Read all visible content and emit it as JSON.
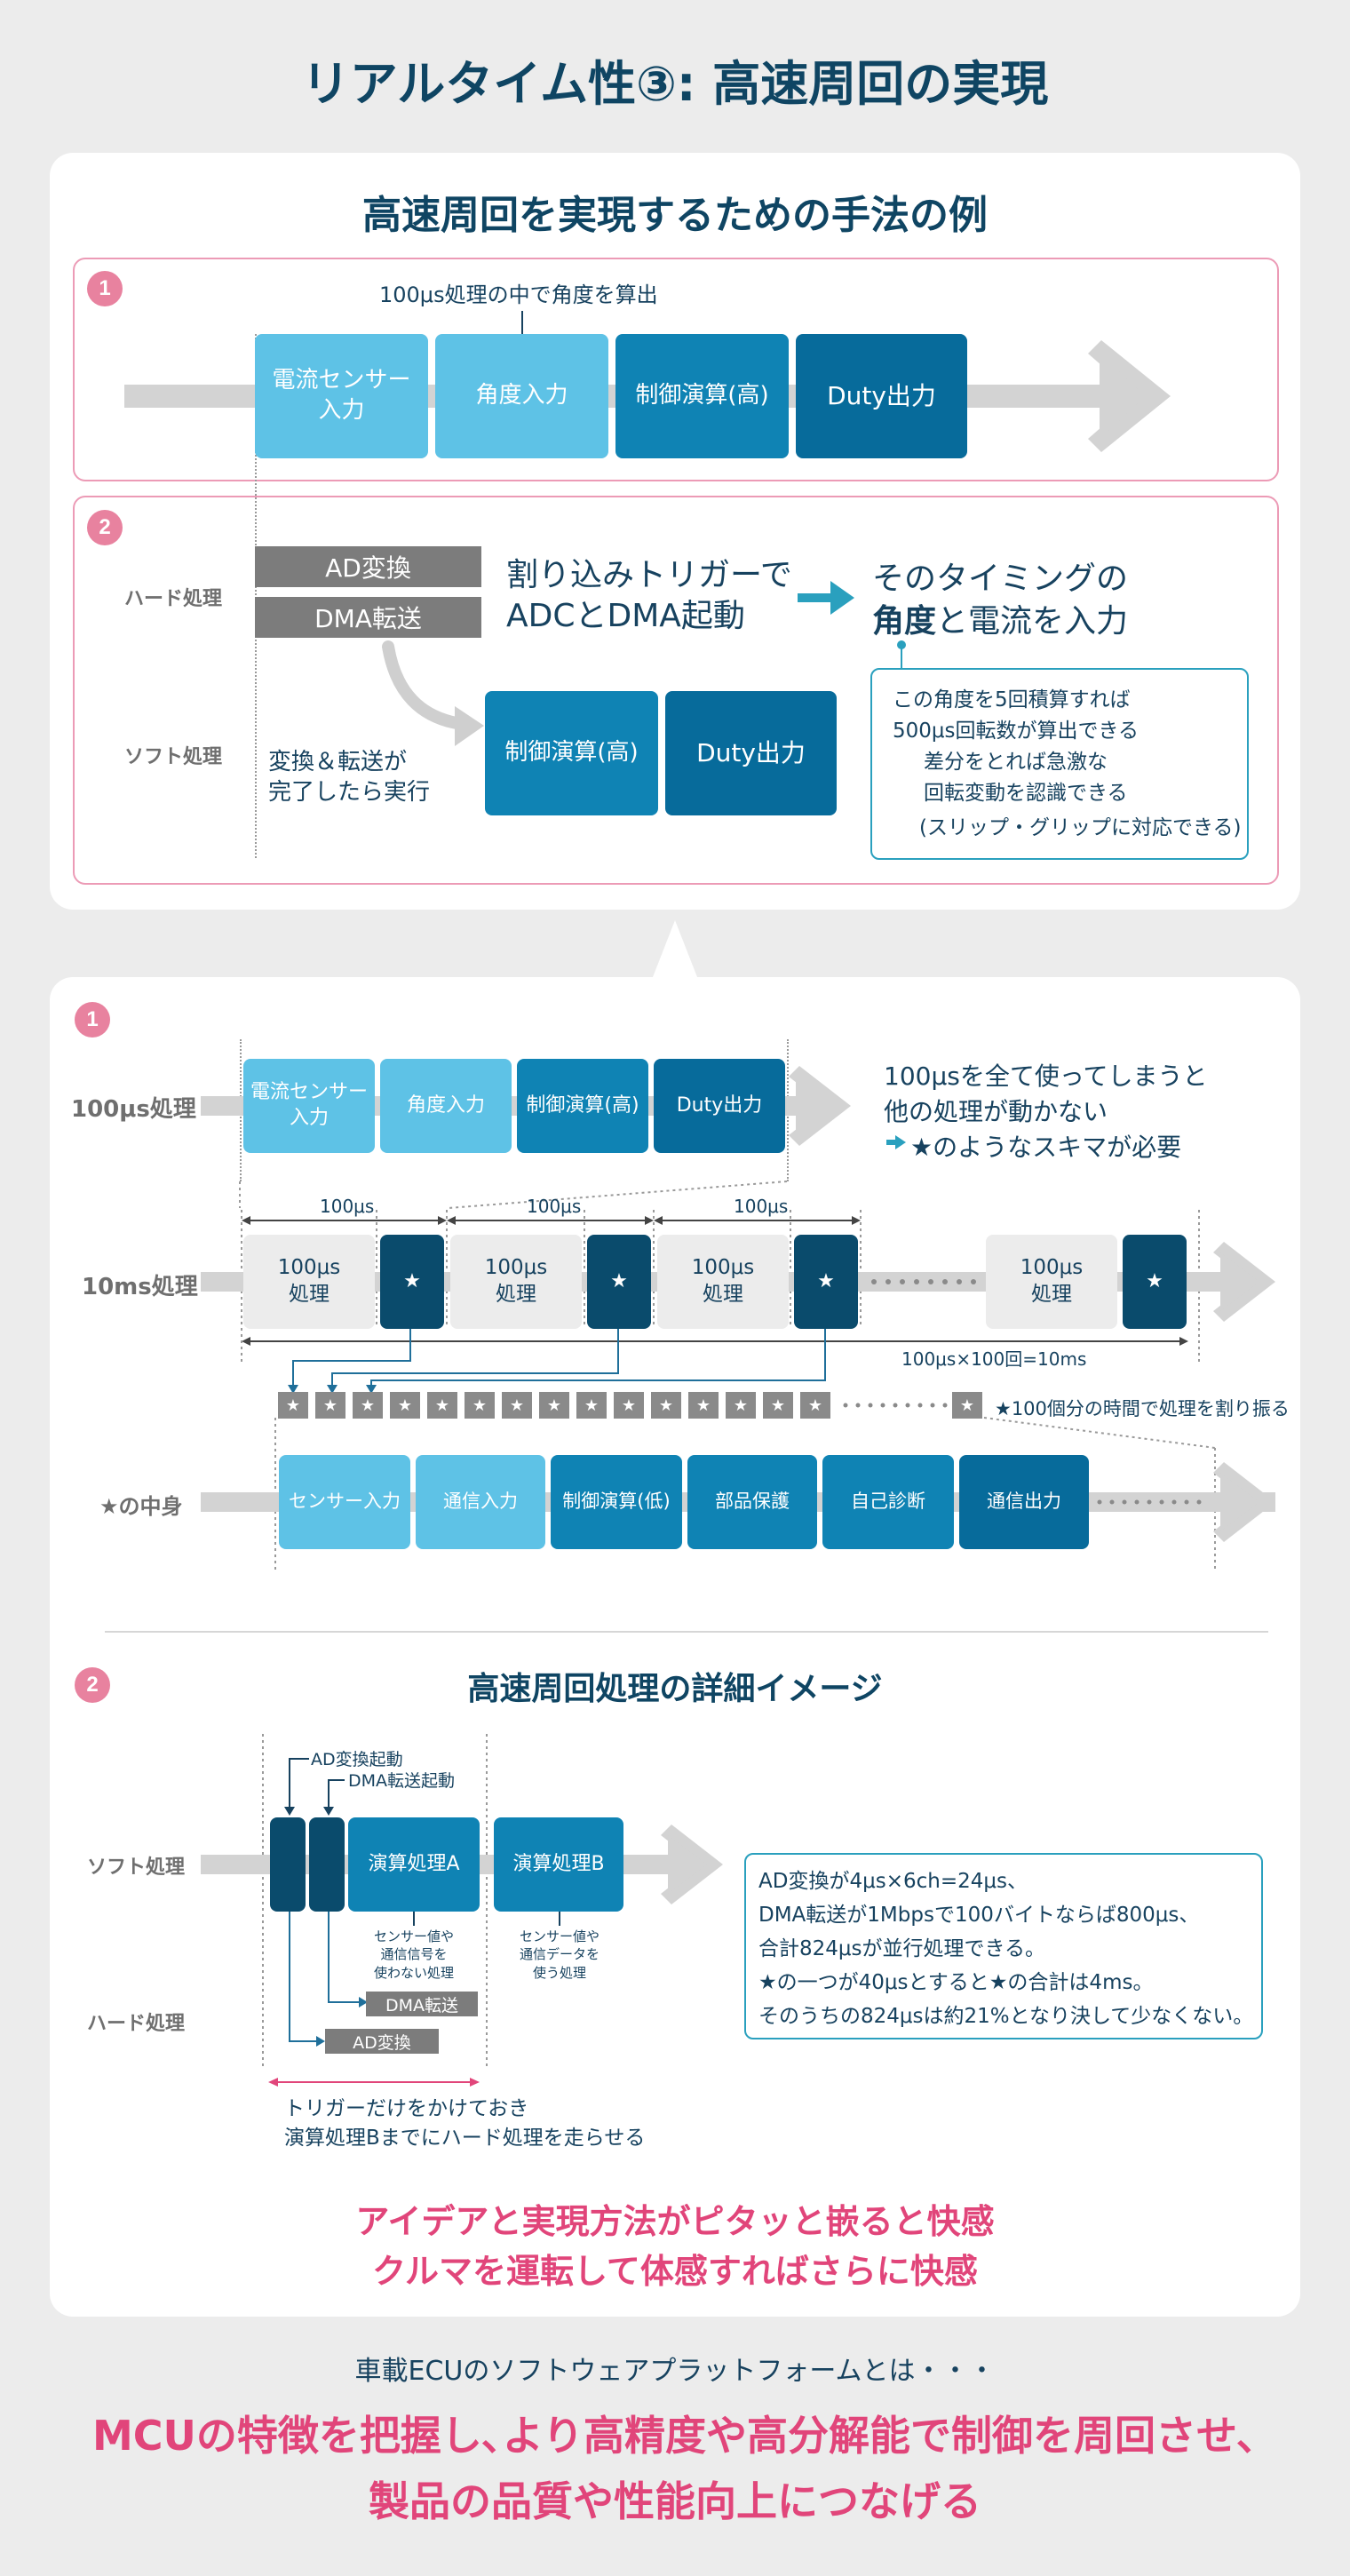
{
  "title": "リアルタイム性③: 高速周回の実現",
  "top_card": {
    "heading": "高速周回を実現するための手法の例",
    "box1": {
      "num": "1",
      "annotation": "100μs処理の中で角度を算出",
      "blocks": [
        "電流センサー\n入力",
        "角度入力",
        "制御演算(高)",
        "Duty出力"
      ]
    },
    "box2": {
      "num": "2",
      "hard_label": "ハード処理",
      "soft_label": "ソフト処理",
      "ad": "AD変換",
      "dma": "DMA転送",
      "interrupt_text": "割り込みトリガーで\nADCとDMA起動",
      "timing_text_1": "そのタイミングの",
      "timing_text_2a": "角度",
      "timing_text_2b": "と電流を入力",
      "after_text": "変換＆転送が\n完了したら実行",
      "blocks": [
        "制御演算(高)",
        "Duty出力"
      ],
      "note": [
        "この角度を5回積算すれば",
        "500μs回転数が算出できる",
        "差分をとれば急激な",
        "回転変動を認識できる",
        "(スリップ・グリップに対応できる)"
      ]
    }
  },
  "bottom_card": {
    "num1": "1",
    "row_100us": {
      "label": "100μs処理",
      "blocks": [
        "電流センサー\n入力",
        "角度入力",
        "制御演算(高)",
        "Duty出力"
      ],
      "side_text": [
        "100μsを全て使ってしまうと",
        "他の処理が動かない",
        "★のようなスキマが必要"
      ]
    },
    "row_10ms": {
      "label": "10ms処理",
      "span": "100μs",
      "block": "100μs\n処理",
      "star": "★",
      "total": "100μs×100回=10ms"
    },
    "star_row_text": "★100個分の時間で処理を割り振る",
    "row_star": {
      "label": "★の中身",
      "blocks": [
        "センサー入力",
        "通信入力",
        "制御演算(低)",
        "部品保護",
        "自己診断",
        "通信出力"
      ]
    },
    "num2": "2",
    "detail_heading": "高速周回処理の詳細イメージ",
    "detail": {
      "soft_label": "ソフト処理",
      "hard_label": "ハード処理",
      "ad_start": "AD変換起動",
      "dma_start": "DMA転送起動",
      "calc_a": "演算処理A",
      "calc_b": "演算処理B",
      "note_a": "センサー値や\n通信信号を\n使わない処理",
      "note_b": "センサー値や\n通信データを\n使う処理",
      "dma": "DMA転送",
      "ad": "AD変換",
      "trigger_text": "トリガーだけをかけておき\n演算処理Bまでにハード処理を走らせる",
      "note": [
        "AD変換が4μs×6ch=24μs、",
        "DMA転送が1Mbpsで100バイトならば800μs、",
        "合計824μsが並行処理できる。",
        "★の一つが40μsとすると★の合計は4ms。",
        "そのうちの824μsは約21%となり決して少なくない。"
      ]
    },
    "slogan": [
      "アイデアと実現方法がピタッと嵌ると快感",
      "クルマを運転して体感すればさらに快感"
    ]
  },
  "footer": {
    "lead": "車載ECUのソフトウェアプラットフォームとは・・・",
    "message": [
      "MCUの特徴を把握し､より高精度や高分解能で制御を周回させ､",
      "製品の品質や性能向上につなげる"
    ]
  },
  "colors": {
    "navy": "#17425f",
    "pink": "#e1457a",
    "blue_light": "#5ec2e6",
    "blue_mid": "#2aa6d3",
    "blue": "#0f83b4",
    "blue_dark": "#076b9b",
    "navy_block": "#0a4b6c"
  }
}
